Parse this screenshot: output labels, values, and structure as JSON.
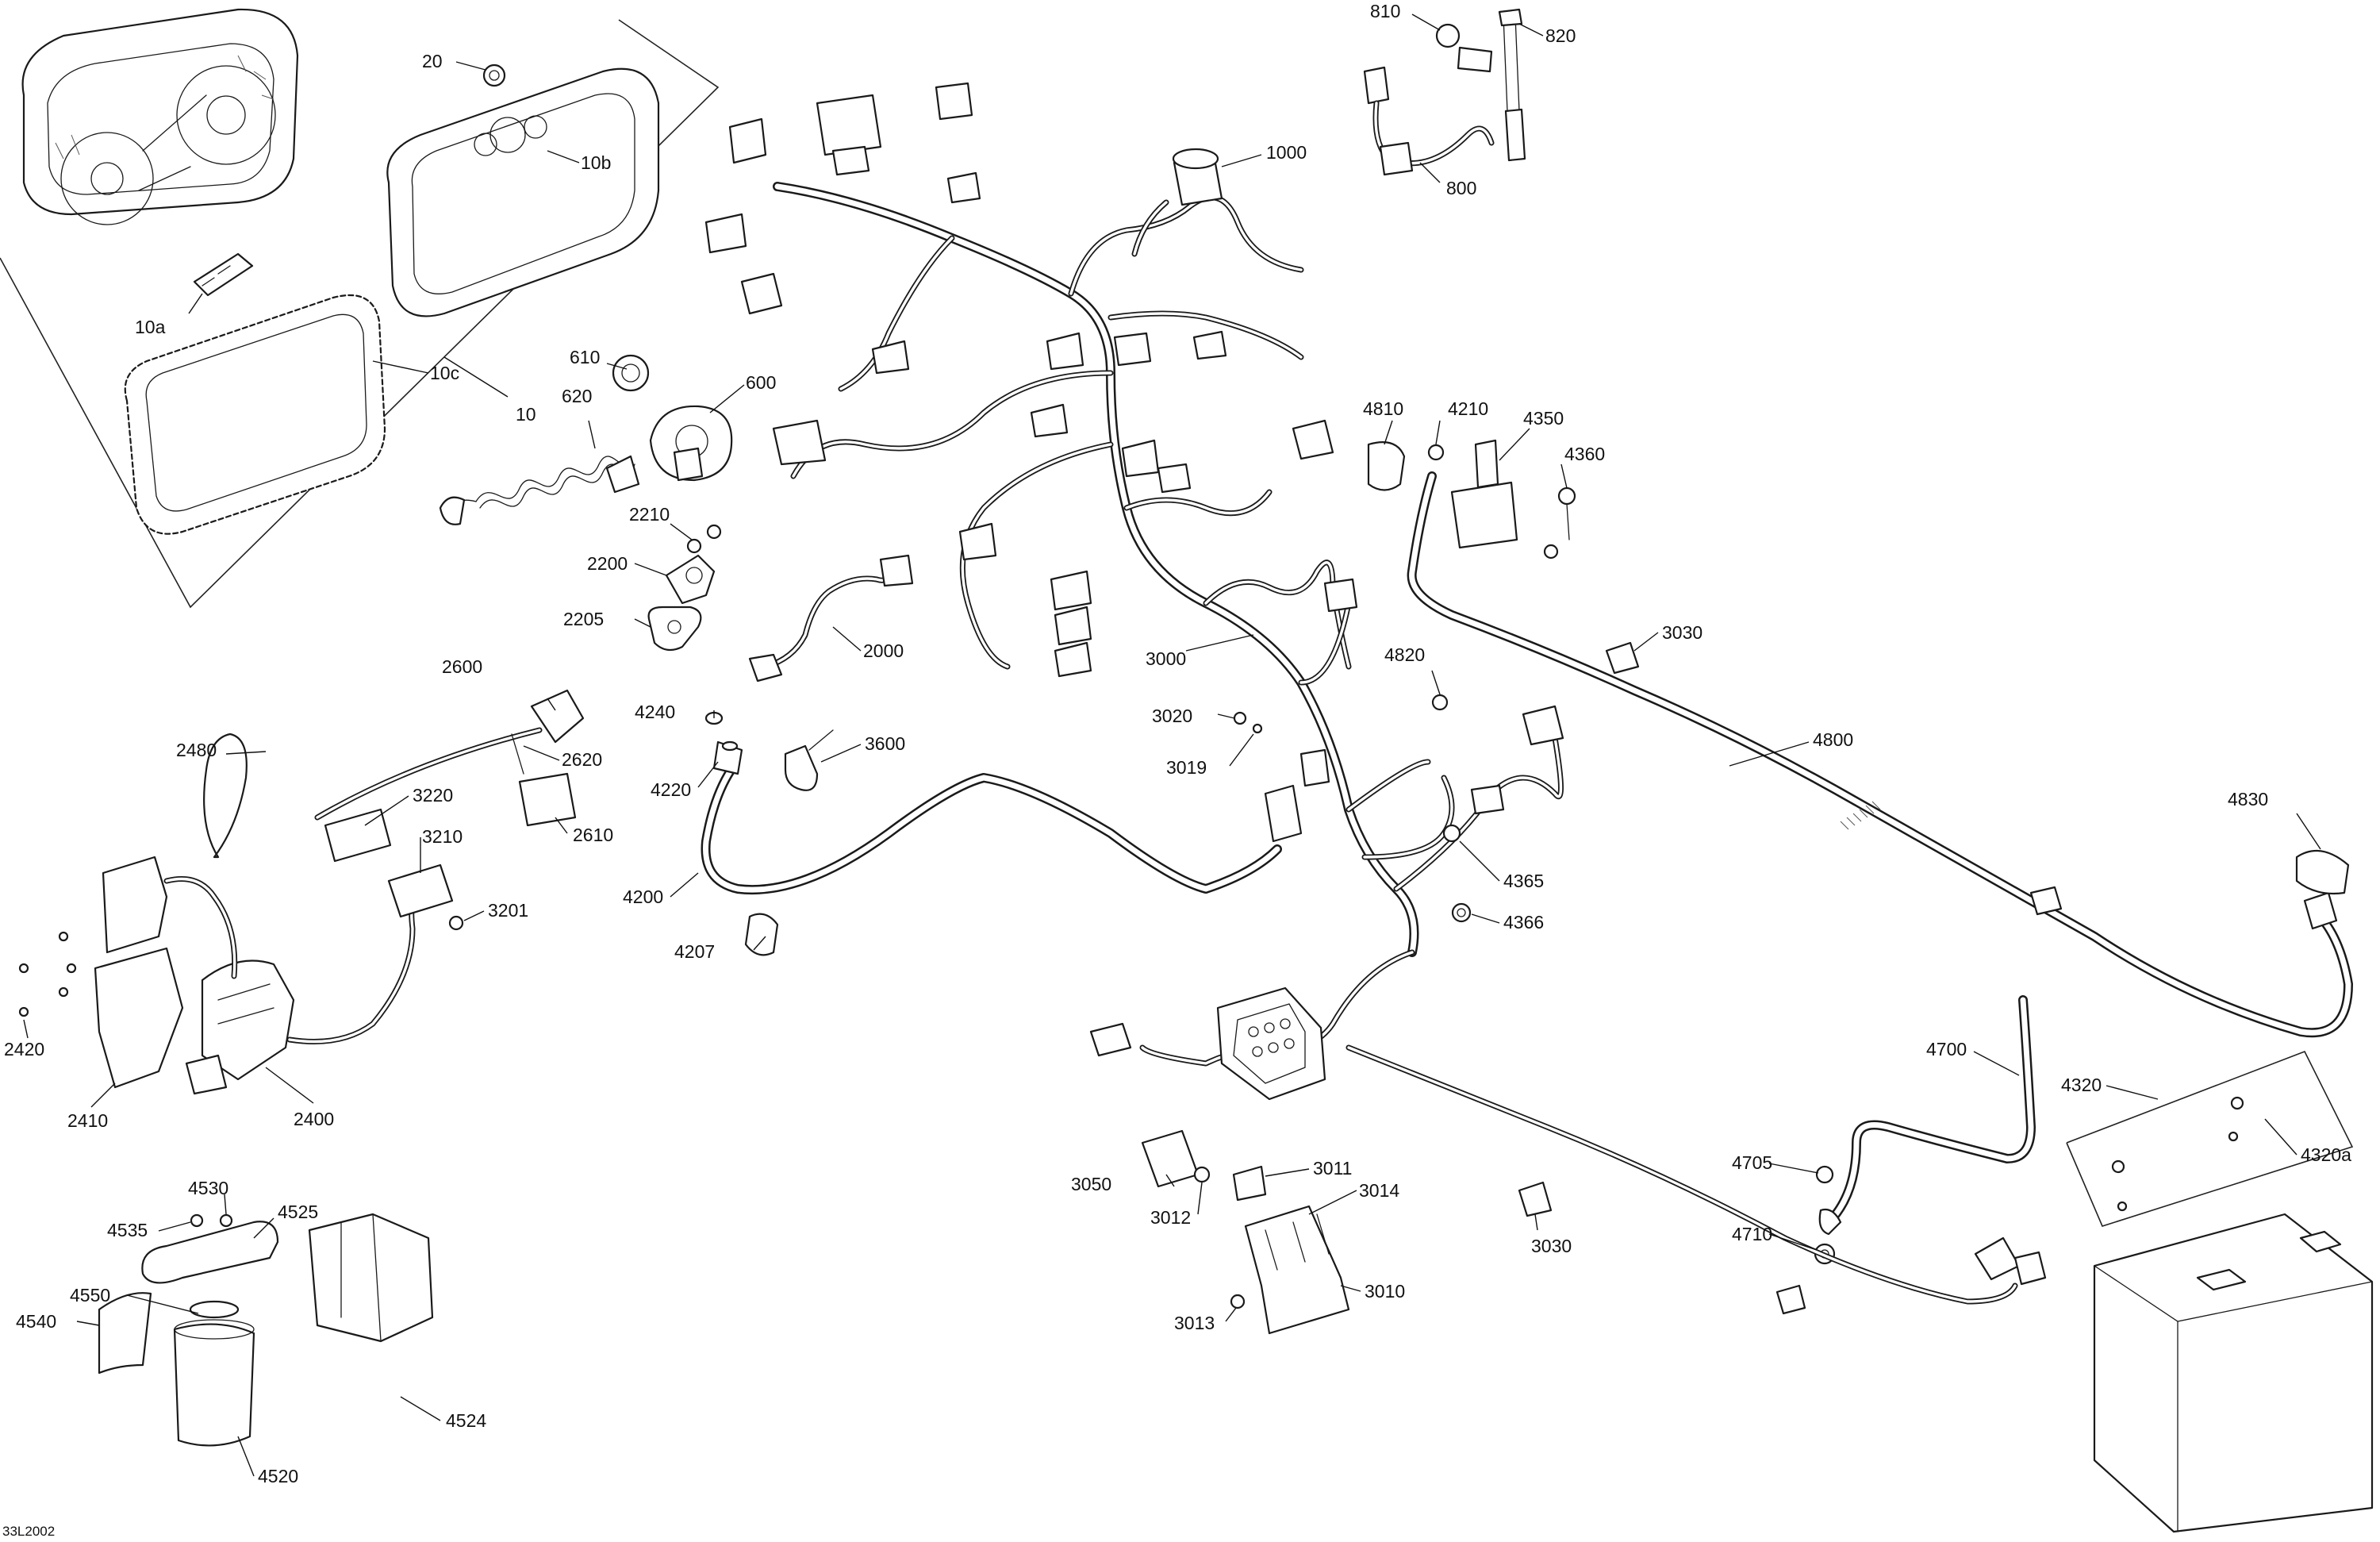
{
  "diagram": {
    "drawing_code": "33L2002",
    "callouts": {
      "c10": "10",
      "c10a": "10a",
      "c10b": "10b",
      "c10c": "10c",
      "c20": "20",
      "c600": "600",
      "c610": "610",
      "c620": "620",
      "c800": "800",
      "c810": "810",
      "c820": "820",
      "c1000": "1000",
      "c2000": "2000",
      "c2200": "2200",
      "c2205": "2205",
      "c2210": "2210",
      "c2400": "2400",
      "c2410": "2410",
      "c2420": "2420",
      "c2480": "2480",
      "c2600": "2600",
      "c2610": "2610",
      "c2620": "2620",
      "c3000": "3000",
      "c3010": "3010",
      "c3011": "3011",
      "c3012": "3012",
      "c3013": "3013",
      "c3014": "3014",
      "c3019": "3019",
      "c3020": "3020",
      "c3030a": "3030",
      "c3030b": "3030",
      "c3050": "3050",
      "c3201": "3201",
      "c3210": "3210",
      "c3220": "3220",
      "c3600": "3600",
      "c4200": "4200",
      "c4207": "4207",
      "c4210": "4210",
      "c4220": "4220",
      "c4240": "4240",
      "c4320": "4320",
      "c4320a": "4320a",
      "c4350": "4350",
      "c4360": "4360",
      "c4365": "4365",
      "c4366": "4366",
      "c4520": "4520",
      "c4524": "4524",
      "c4525": "4525",
      "c4530": "4530",
      "c4535": "4535",
      "c4540": "4540",
      "c4550": "4550",
      "c4700": "4700",
      "c4705": "4705",
      "c4710": "4710",
      "c4800": "4800",
      "c4810": "4810",
      "c4820": "4820",
      "c4830": "4830"
    }
  }
}
